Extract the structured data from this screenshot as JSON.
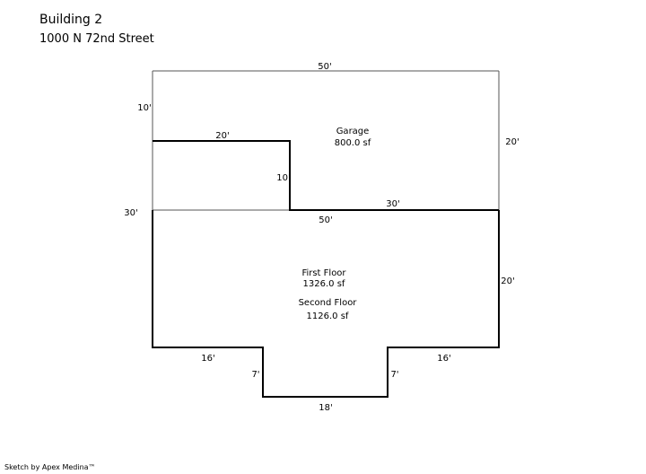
{
  "header": {
    "building": "Building 2",
    "address": "1000 N 72nd Street"
  },
  "footer": {
    "credit": "Sketch by Apex Medina™"
  },
  "garage": {
    "name": "Garage",
    "area": "800.0 sf",
    "dimensions": {
      "top": "50'",
      "left_upper": "10'",
      "right": "20'",
      "step_horizontal": "20'",
      "step_vertical": "10'",
      "bottom_right": "30'"
    }
  },
  "house": {
    "first_floor_name": "First Floor",
    "first_floor_area": "1326.0 sf",
    "second_floor_name": "Second Floor",
    "second_floor_area": "1126.0 sf",
    "dimensions": {
      "left": "30'",
      "top": "50'",
      "right": "20'",
      "bottom_left": "16'",
      "bottom_right": "16'",
      "notch_left": "7'",
      "notch_right": "7'",
      "notch_bottom": "18'"
    }
  },
  "colors": {
    "line": "#000000",
    "thin_line": "#555555",
    "background": "#ffffff"
  }
}
